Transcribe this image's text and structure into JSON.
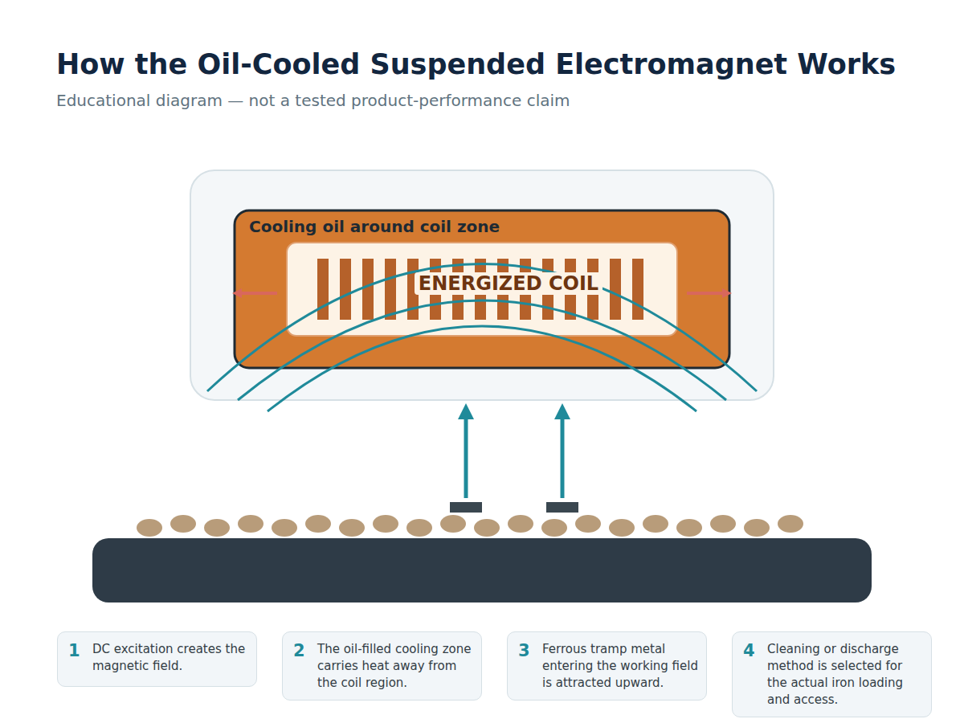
{
  "diagram": {
    "title": "How the Oil-Cooled Suspended Electromagnet Works",
    "caption": "Educational diagram — not a tested product-performance claim",
    "nodes": [
      {
        "text": [
          "Cooling oil around coil zone"
        ]
      },
      {
        "text": [
          "ENERGIZED COIL"
        ],
        "in": 0
      },
      {
        "text": [
          "1",
          "DC excitation creates the magnetic field."
        ]
      },
      {
        "text": [
          "2",
          "The oil-filled cooling zone carries heat away from the coil region."
        ]
      },
      {
        "text": [
          "3",
          "Ferrous tramp metal entering the working field is attracted upward."
        ]
      },
      {
        "text": [
          "4",
          "Cleaning or discharge method is selected for the actual iron loading and access."
        ]
      }
    ]
  }
}
